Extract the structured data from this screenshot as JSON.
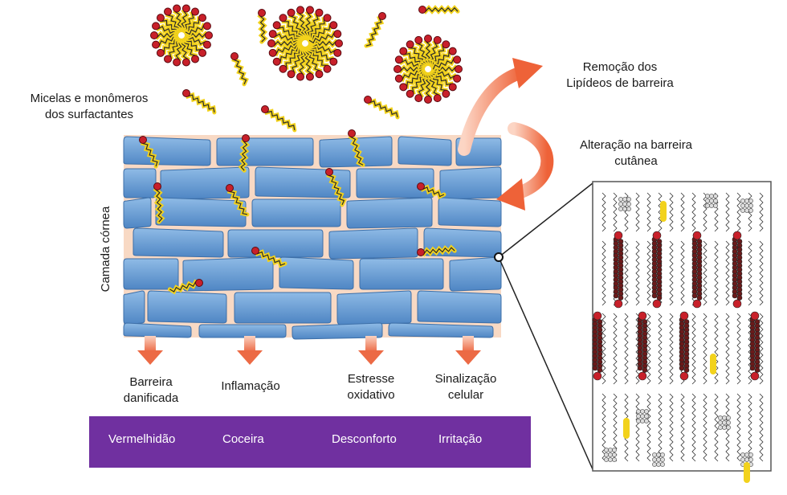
{
  "labels": {
    "surfactants": [
      "Micelas e monômeros",
      "dos surfactantes"
    ],
    "lipid_removal": [
      "Remoção dos",
      "Lipídeos de barreira"
    ],
    "barrier_change": [
      "Alteração na barreira",
      "cutânea"
    ],
    "stratum_corneum": "Camada córnea"
  },
  "effects": [
    [
      "Barreira",
      "danificada"
    ],
    [
      "Inflamação"
    ],
    [
      "Estresse",
      "oxidativo"
    ],
    [
      "Sinalização",
      "celular"
    ]
  ],
  "symptoms": [
    "Vermelhidão",
    "Coceira",
    "Desconforto",
    "Irritação"
  ],
  "colors": {
    "corneocyte": "#6d9fd6",
    "lipid_matrix": "#f8d9c4",
    "arrow": "#f07850",
    "symptom_bar": "#7030a0",
    "surfactant_tail": "#f2d21c",
    "surfactant_head": "#c8202a"
  }
}
